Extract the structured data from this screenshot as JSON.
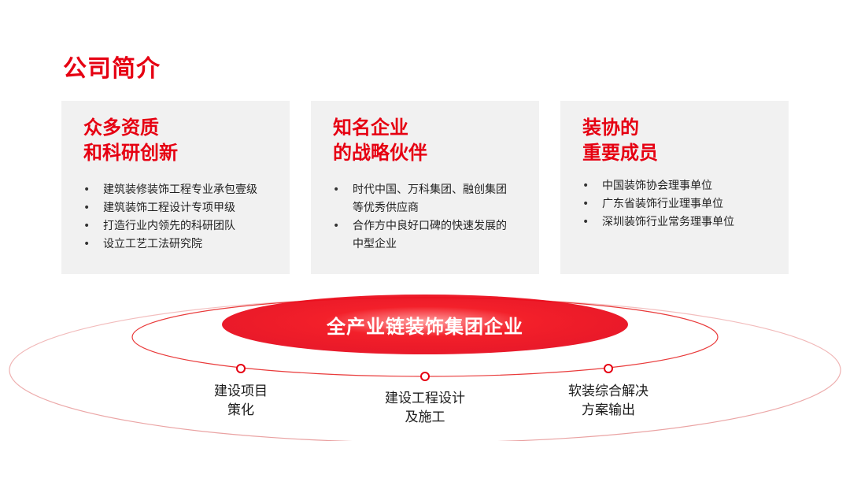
{
  "page": {
    "title": "公司简介"
  },
  "cards": [
    {
      "title_lines": [
        "众多资质",
        "和科研创新"
      ],
      "items": [
        "建筑装修装饰工程专业承包壹级",
        "建筑装饰工程设计专项甲级",
        "打造行业内领先的科研团队",
        "设立工艺工法研究院"
      ]
    },
    {
      "title_lines": [
        "知名企业",
        "的战略伙伴"
      ],
      "items": [
        "时代中国、万科集团、融创集团等优秀供应商",
        "合作方中良好口碑的快速发展的中型企业"
      ]
    },
    {
      "title_lines": [
        "装协的",
        "重要成员"
      ],
      "items": [
        "中国装饰协会理事单位",
        "广东省装饰行业理事单位",
        "深圳装饰行业常务理事单位"
      ]
    }
  ],
  "diagram": {
    "center_label": "全产业链装饰集团企业",
    "steps": [
      {
        "lines": [
          "建设项目",
          "策化"
        ]
      },
      {
        "lines": [
          "建设工程设计",
          "及施工"
        ]
      },
      {
        "lines": [
          "软装综合解决",
          "方案输出"
        ]
      }
    ]
  },
  "colors": {
    "accent": "#e60012",
    "card_bg": "#f1f1f1",
    "text": "#222222"
  }
}
